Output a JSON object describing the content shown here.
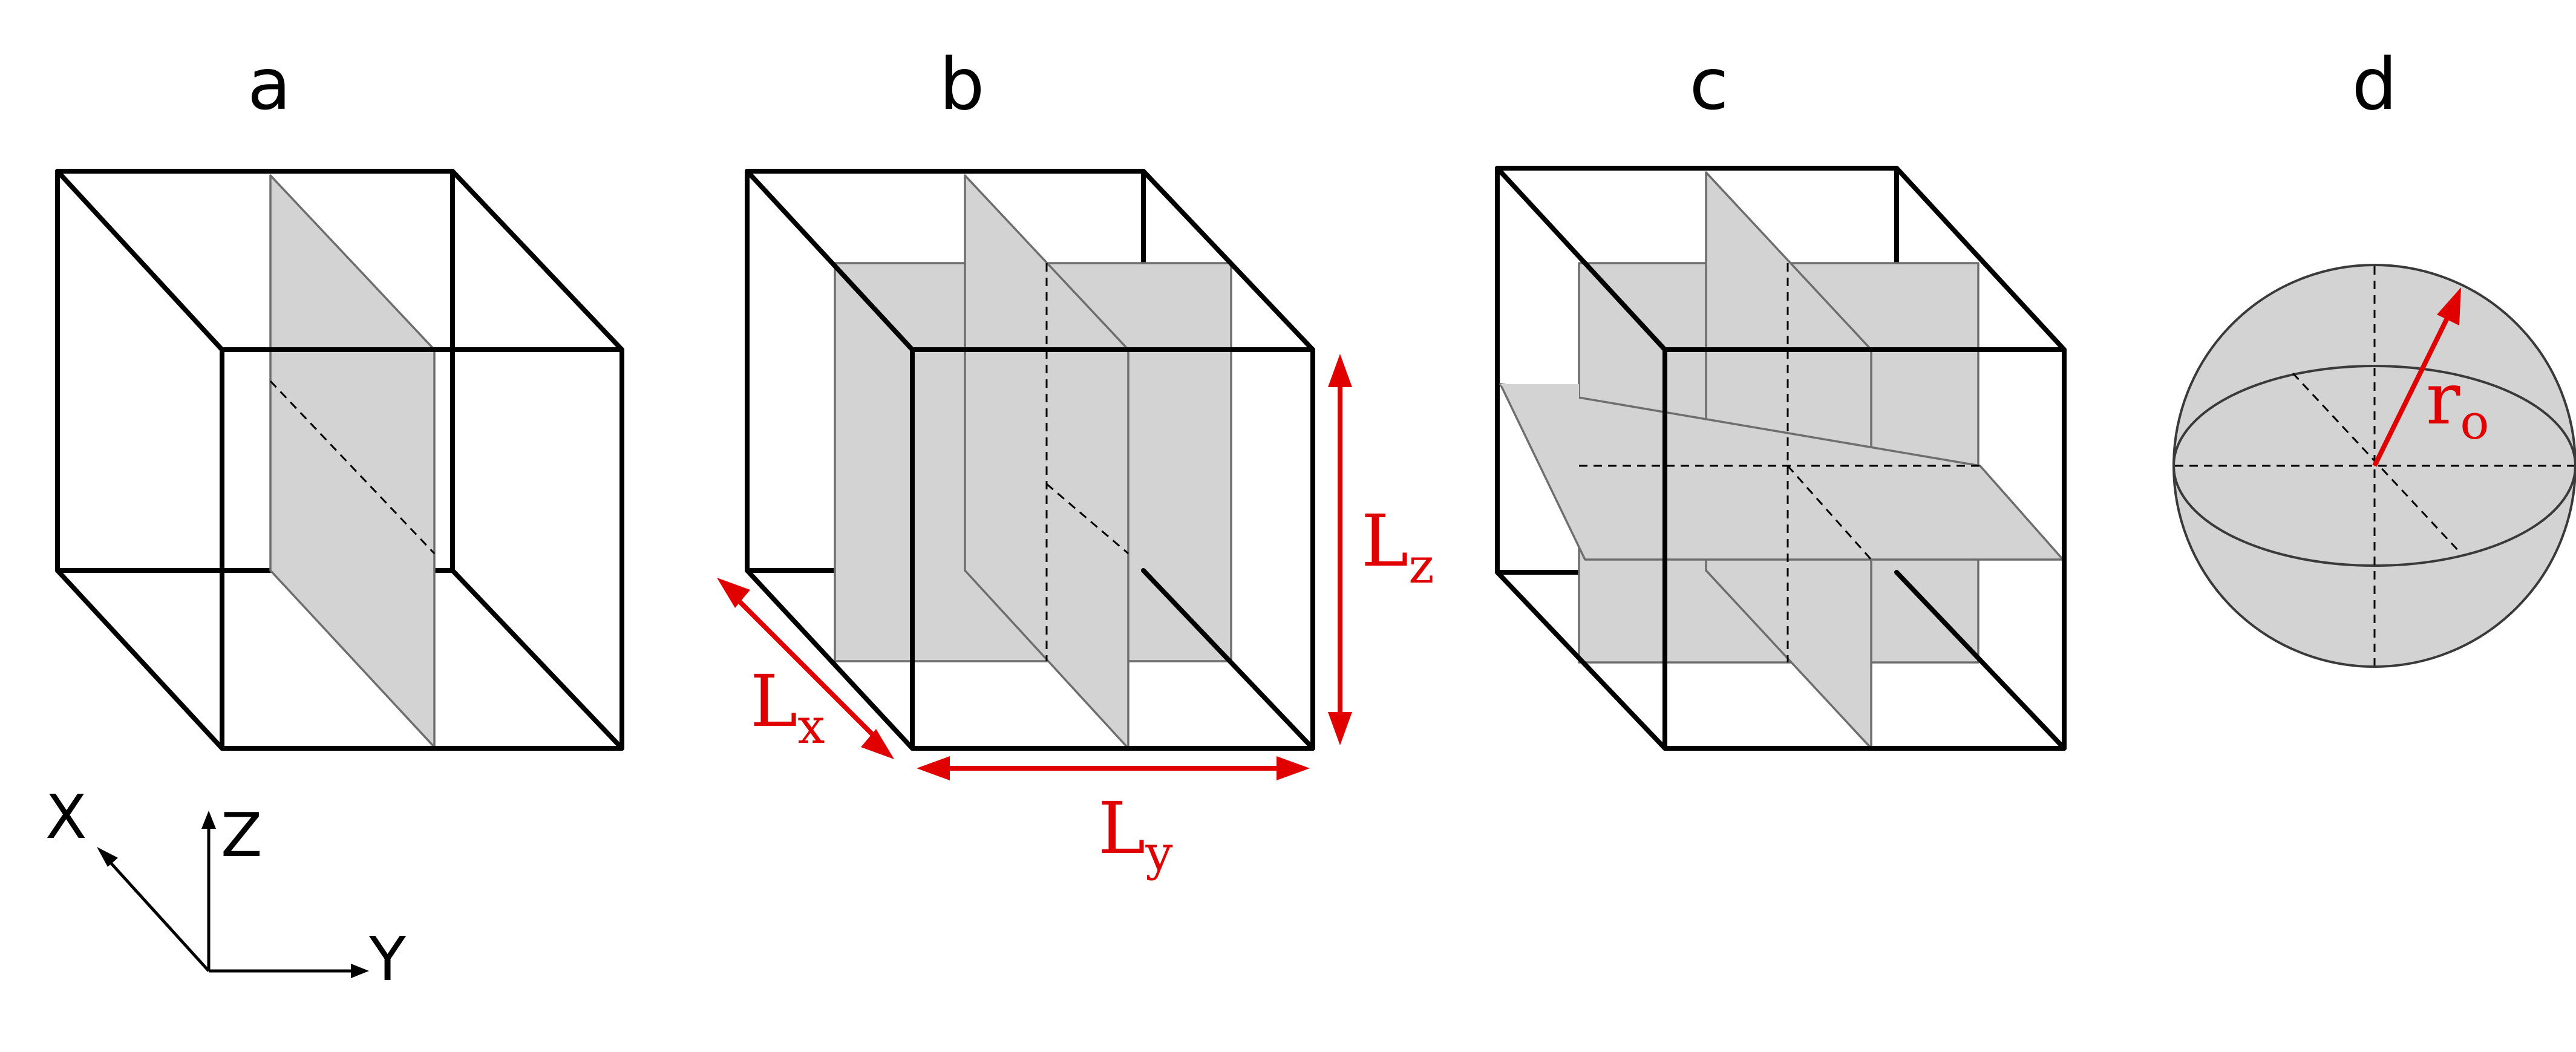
{
  "panels": {
    "a": {
      "label": "a"
    },
    "b": {
      "label": "b"
    },
    "c": {
      "label": "c"
    },
    "d": {
      "label": "d"
    }
  },
  "dimensions": {
    "lx": {
      "base": "L",
      "sub": "x"
    },
    "ly": {
      "base": "L",
      "sub": "y"
    },
    "lz": {
      "base": "L",
      "sub": "z"
    },
    "r0": {
      "base": "r",
      "sub": "o"
    }
  },
  "axes": {
    "x": "X",
    "y": "Y",
    "z": "Z"
  },
  "colors": {
    "annotation": "#e00000",
    "plane_fill": "#d3d3d3",
    "edge": "#000000"
  }
}
